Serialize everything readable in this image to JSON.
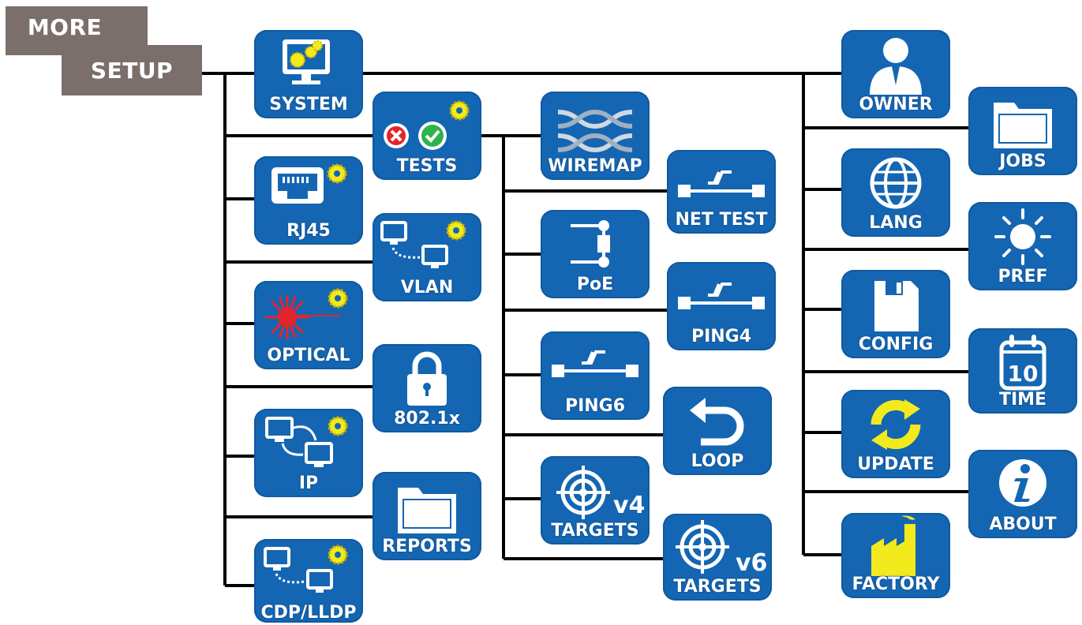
{
  "tabs": {
    "more": "MORE",
    "setup": "SETUP"
  },
  "tiles": {
    "system": "SYSTEM",
    "tests": "TESTS",
    "rj45": "RJ45",
    "vlan": "VLAN",
    "optical": "OPTICAL",
    "dot1x": "802.1x",
    "ip": "IP",
    "reports": "REPORTS",
    "cdp": "CDP/LLDP",
    "wiremap": "WIREMAP",
    "nettest": "NET TEST",
    "poe": "PoE",
    "ping4": "PING4",
    "ping6": "PING6",
    "loop": "LOOP",
    "targets4": "TARGETS",
    "targets6": "TARGETS",
    "owner": "OWNER",
    "jobs": "JOBS",
    "lang": "LANG",
    "pref": "PREF",
    "config": "CONFIG",
    "time": "TIME",
    "update": "UPDATE",
    "about": "ABOUT",
    "factory": "FACTORY"
  },
  "badges": {
    "v4": "v4",
    "v6": "v6",
    "time_day": "10"
  },
  "colors": {
    "tile": "#1466b3",
    "tab": "#7b6f6c",
    "gear": "#f2ea1c",
    "line": "#000000",
    "fail": "#e3242b",
    "pass": "#2db34a",
    "laser": "#e3242b",
    "factory": "#f2ea1c"
  }
}
